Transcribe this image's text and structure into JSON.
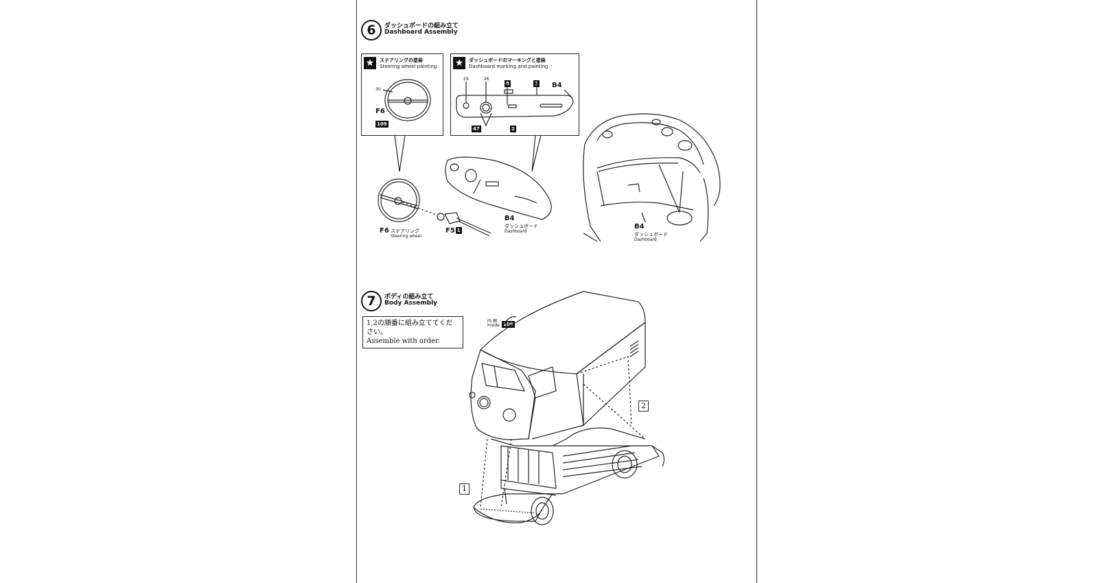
{
  "step6": {
    "number": "6",
    "title_jp": "ダッシュボードの組み立て",
    "title_en": "Dashboard Assembly",
    "steering_box": {
      "title_jp": "ステアリングの塗装",
      "title_en": "Steering wheel painting",
      "callout": "30",
      "part": "F6",
      "color_code": "109"
    },
    "dash_box": {
      "title_jp": "ダッシュボードのマーキングと塗装",
      "title_en": "Dashboard marking and painting",
      "callouts": [
        "29",
        "26",
        "8",
        "1",
        "47",
        "2"
      ],
      "part": "B4"
    },
    "exploded": {
      "wheel_part": "F6",
      "wheel_jp": "ステアリング",
      "wheel_en": "Steering wheel",
      "column_part": "F5",
      "column_num": "1",
      "dash_part": "B4",
      "dash_jp": "ダッシュボード",
      "dash_en": "Dashboard"
    },
    "cab": {
      "part": "B4",
      "label_jp": "ダッシュボード",
      "label_en": "Dashboard"
    }
  },
  "step7": {
    "number": "7",
    "title_jp": "ボディの組み立て",
    "title_en": "Body Assembly",
    "order_jp": "1,2の順番に組み立ててください。",
    "order_en": "Assemble with order.",
    "inside_jp": "内 側",
    "inside_en": "Inside",
    "inside_code": "109",
    "seq1": "1",
    "seq2": "2"
  }
}
